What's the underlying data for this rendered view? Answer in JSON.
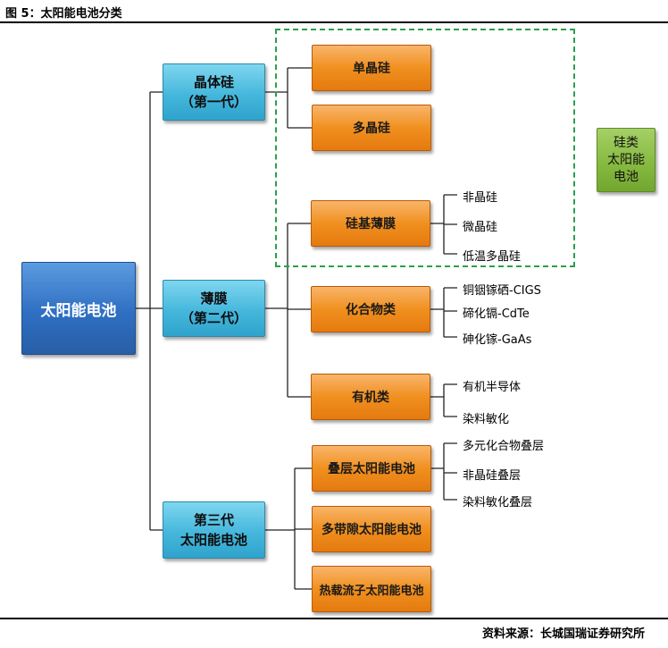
{
  "figure_title": "图 5：太阳能电池分类",
  "source": "资料来源：长城国瑞证券研究所",
  "root": "太阳能电池",
  "generations": [
    {
      "line1": "晶体硅",
      "line2": "（第一代）"
    },
    {
      "line1": "薄膜",
      "line2": "（第二代）"
    },
    {
      "line1": "第三代",
      "line2": "太阳能电池"
    }
  ],
  "technologies": [
    "单晶硅",
    "多晶硅",
    "硅基薄膜",
    "化合物类",
    "有机类",
    "叠层太阳能电池",
    "多带隙太阳能电池",
    "热载流子太阳能电池"
  ],
  "silicon_category": {
    "line1": "硅类",
    "line2": "太阳能",
    "line3": "电池"
  },
  "leaves": {
    "si_film": [
      "非晶硅",
      "微晶硅",
      "低温多晶硅"
    ],
    "compound": [
      "铜铟镓硒-CIGS",
      "碲化镉-CdTe",
      "砷化镓-GaAs"
    ],
    "organic": [
      "有机半导体",
      "染料敏化"
    ],
    "tandem": [
      "多元化合物叠层",
      "非晶硅叠层",
      "染料敏化叠层"
    ]
  },
  "colors": {
    "root": "#2f6fc2",
    "generation": "#45b7dc",
    "technology": "#f0901f",
    "category": "#84b83e",
    "dashed_frame": "#2aa04a"
  }
}
